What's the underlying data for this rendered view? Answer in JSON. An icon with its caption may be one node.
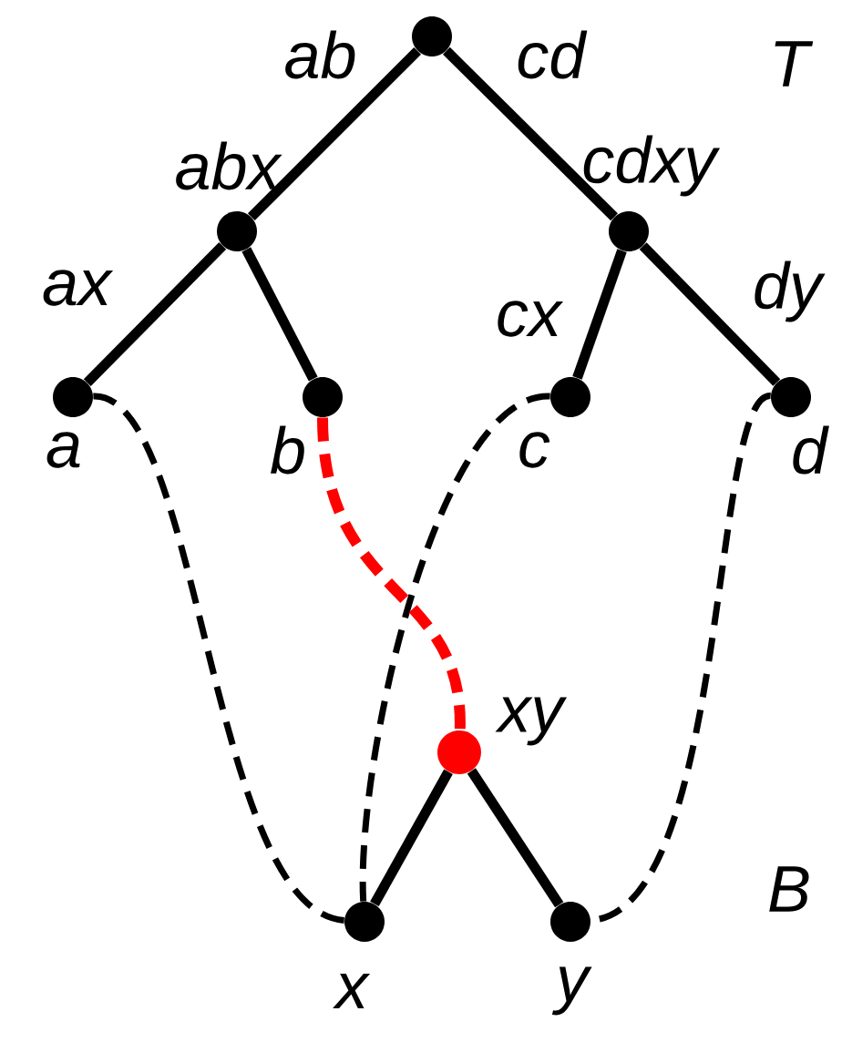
{
  "diagram": {
    "nodes": [
      {
        "text": [],
        "shape": "circle",
        "beside": [
          "ab",
          "cd"
        ]
      },
      {
        "text": [],
        "shape": "circle"
      },
      {
        "text": [],
        "shape": "circle"
      },
      {
        "text": [],
        "shape": "circle",
        "beside": [
          "a"
        ]
      },
      {
        "text": [],
        "shape": "circle",
        "beside": [
          "b"
        ]
      },
      {
        "text": [],
        "shape": "circle",
        "beside": [
          "c"
        ]
      },
      {
        "text": [],
        "shape": "circle",
        "beside": [
          "d"
        ]
      },
      {
        "text": [],
        "shape": "circle",
        "beside": [
          "xy"
        ]
      },
      {
        "text": [],
        "shape": "circle",
        "beside": [
          "x"
        ]
      },
      {
        "text": [],
        "shape": "circle",
        "beside": [
          "y"
        ]
      }
    ],
    "edges": [
      {
        "from": 0,
        "to": 1,
        "arrow": "none",
        "label": "abx"
      },
      {
        "from": 0,
        "to": 2,
        "arrow": "none",
        "label": "cdxy"
      },
      {
        "from": 1,
        "to": 3,
        "arrow": "none",
        "label": "ax"
      },
      {
        "from": 1,
        "to": 4,
        "arrow": "none"
      },
      {
        "from": 2,
        "to": 5,
        "arrow": "none",
        "label": "cx"
      },
      {
        "from": 2,
        "to": 6,
        "arrow": "none",
        "label": "dy"
      },
      {
        "from": 7,
        "to": 8,
        "arrow": "none"
      },
      {
        "from": 7,
        "to": 9,
        "arrow": "none"
      },
      {
        "from": 3,
        "to": 8,
        "arrow": "none",
        "style": "dashed"
      },
      {
        "from": 5,
        "to": 8,
        "arrow": "none",
        "style": "dashed"
      },
      {
        "from": 6,
        "to": 9,
        "arrow": "none",
        "style": "dashed"
      },
      {
        "from": 4,
        "to": 7,
        "arrow": "none",
        "style": "dashed",
        "color": "#ff0000"
      }
    ],
    "labels": [
      "T",
      "B"
    ]
  }
}
